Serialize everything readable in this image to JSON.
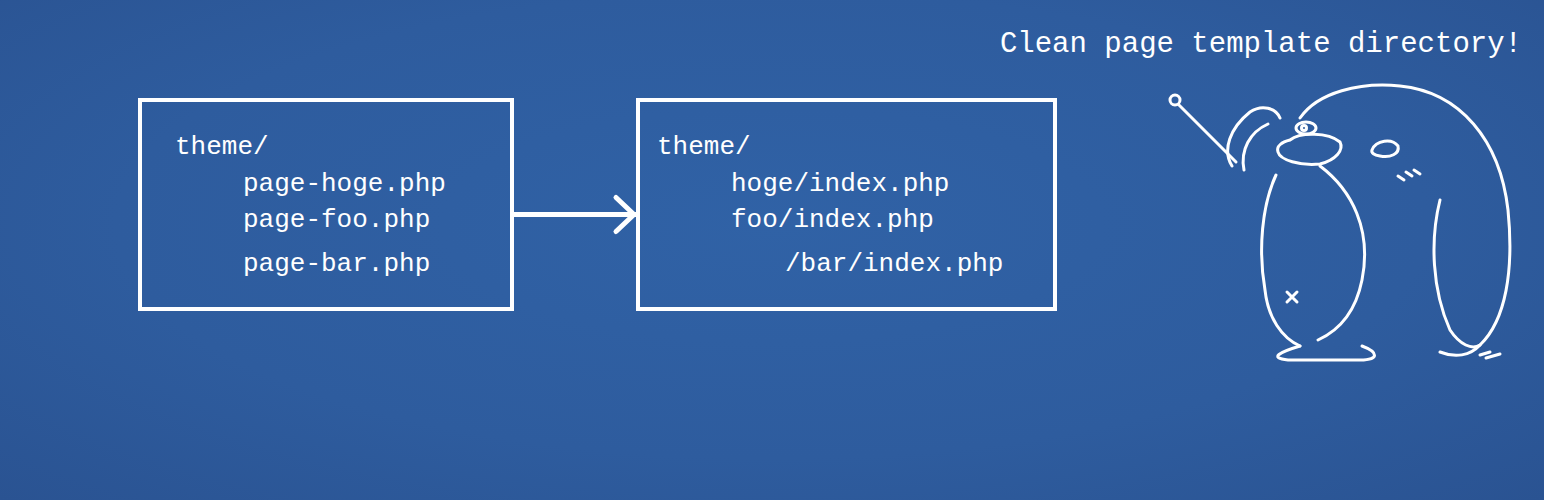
{
  "diagram": {
    "title": "Clean page template directory!",
    "nodes": [
      {
        "text": [
          "theme/",
          "page-hoge.php",
          "page-foo.php",
          "page-bar.php"
        ]
      },
      {
        "text": [
          "theme/",
          "hoge/index.php",
          "foo/index.php",
          "/bar/index.php"
        ]
      }
    ],
    "edges": [
      {
        "from": 0,
        "to": 1,
        "arrow": "to"
      }
    ]
  }
}
